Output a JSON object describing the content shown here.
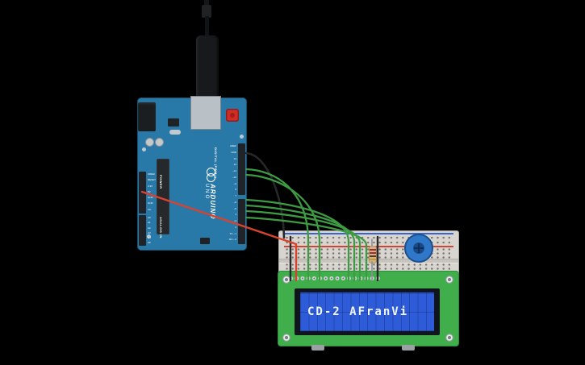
{
  "scene": {
    "background": "#000000"
  },
  "arduino": {
    "brand": "ARDUINO",
    "model": "UNO",
    "board_color": "#2878a8",
    "group_labels": {
      "digital": "DIGITAL (PWM~)",
      "power": "POWER",
      "analog": "ANALOG IN"
    },
    "digital_pins": [
      "AREF",
      "GND",
      "13",
      "12",
      "~11",
      "~10",
      "~9",
      "8",
      "7",
      "~6",
      "~5",
      "4",
      "~3",
      "2",
      "TX→1",
      "RX←0"
    ],
    "power_pins": [
      "IOREF",
      "RESET",
      "3.3V",
      "5V",
      "GND",
      "GND",
      "Vin"
    ],
    "analog_pins": [
      "A0",
      "A1",
      "A2",
      "A3",
      "A4",
      "A5"
    ]
  },
  "breadboard": {
    "body_color": "#d8d4cf",
    "negative_rail_color": "#3a66c9",
    "positive_rail_color": "#cc4733"
  },
  "lcd": {
    "board_color": "#3fae4b",
    "screen_color": "#2e5cd8",
    "text": "CD-2 AFranVi"
  },
  "potentiometer": {
    "body_color": "#2f77c8"
  },
  "resistor": {
    "body_color": "#d2b184",
    "band_colors": [
      "#9e2f2f",
      "#9e2f2f",
      "#5f3a22",
      "#c79a2e"
    ]
  },
  "wires": {
    "green": "#3f9b43",
    "red": "#d8432f",
    "black": "#26282a",
    "lead": "#8a8f93"
  }
}
